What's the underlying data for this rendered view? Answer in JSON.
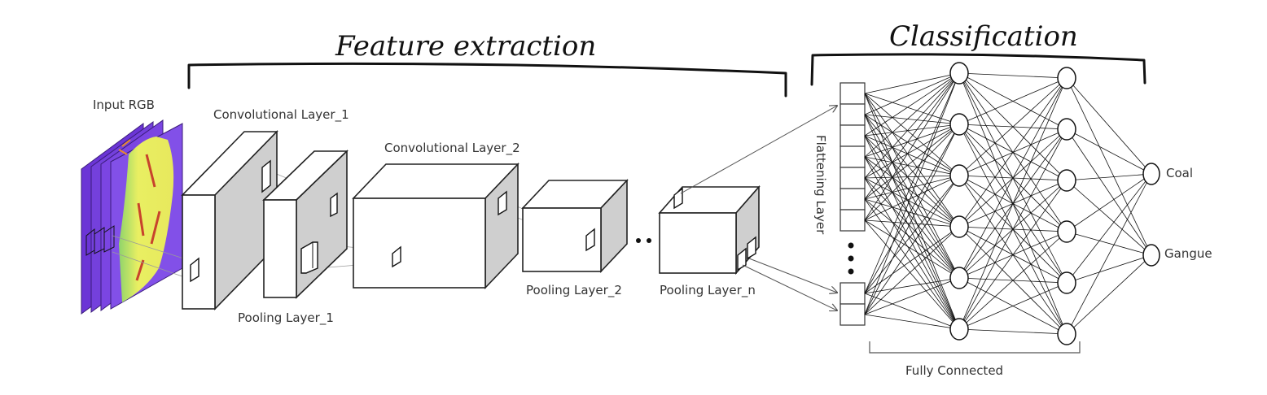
{
  "headings": {
    "feature_extraction": "Feature extraction",
    "classification": "Classification"
  },
  "labels": {
    "input": "Input RGB",
    "conv1": "Convolutional Layer_1",
    "pool1": "Pooling Layer_1",
    "conv2": "Convolutional Layer_2",
    "pool2": "Pooling Layer_2",
    "pooln": "Pooling Layer_n",
    "flatten": "Flattening Layer",
    "fully_connected": "Fully Connected"
  },
  "outputs": [
    "Coal",
    "Gangue"
  ],
  "network": {
    "hidden_layer_1_nodes": 6,
    "hidden_layer_2_nodes": 6,
    "output_nodes": 2
  },
  "colors": {
    "side_face": "#cfcfcf",
    "input_purple": "#7b3fe0",
    "input_yellow": "#e9ef62",
    "input_green": "#8fd46b",
    "input_red": "#c8432c"
  }
}
